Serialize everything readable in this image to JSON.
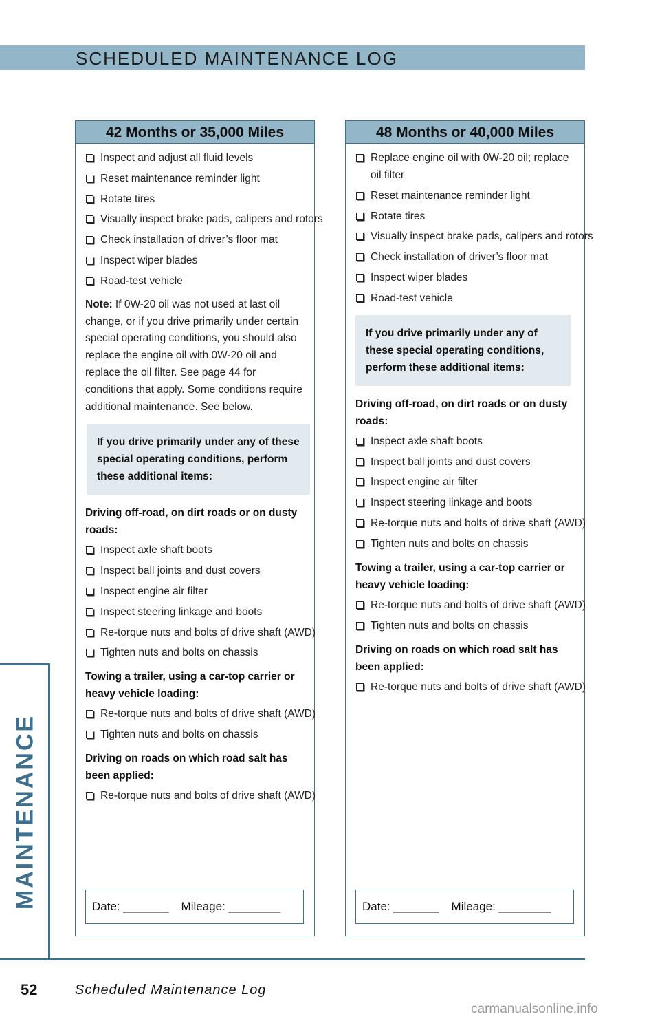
{
  "header": {
    "title": "SCHEDULED MAINTENANCE LOG"
  },
  "left": {
    "heading": "42 Months or 35,000 Miles",
    "items": [
      "Inspect and adjust all fluid levels",
      "Reset maintenance reminder light",
      "Rotate tires",
      "Visually inspect brake pads, calipers and rotors",
      "Check installation of driver’s floor mat",
      "Inspect wiper blades",
      "Road-test vehicle"
    ],
    "note_label": "Note:",
    "note_text": " If 0W-20 oil was not used at last oil change, or if you drive primarily under certain special operating conditions, you should also replace the engine oil with 0W-20 oil and replace the oil filter. See page 44 for conditions that apply. Some conditions require additional maintenance. See below.",
    "callout": "If you drive primarily under any of these special operating conditions, perform these additional items:",
    "sections": [
      {
        "title": "Driving off-road, on dirt roads or on dusty roads:",
        "items": [
          "Inspect axle shaft boots",
          "Inspect ball joints and dust covers",
          "Inspect engine air filter",
          "Inspect steering linkage and boots",
          "Re-torque nuts and bolts of drive shaft (AWD)",
          "Tighten nuts and bolts on chassis"
        ]
      },
      {
        "title": "Towing a trailer, using a car-top carrier or heavy vehicle loading:",
        "items": [
          "Re-torque nuts and bolts of drive shaft (AWD)",
          "Tighten nuts and bolts on chassis"
        ]
      },
      {
        "title": "Driving on roads on which road salt has been applied:",
        "items": [
          "Re-torque nuts and bolts of drive shaft (AWD)"
        ]
      }
    ],
    "date_label": "Date: _______",
    "mileage_label": "Mileage: ________"
  },
  "right": {
    "heading": "48 Months or 40,000 Miles",
    "items": [
      "Replace engine oil with 0W-20 oil; replace oil filter",
      "Reset maintenance reminder light",
      "Rotate tires",
      "Visually inspect brake pads, calipers and rotors",
      "Check installation of driver’s floor mat",
      "Inspect wiper blades",
      "Road-test vehicle"
    ],
    "callout": "If you drive primarily under any of these special operating conditions, perform these additional items:",
    "sections": [
      {
        "title": "Driving off-road, on dirt roads or on dusty roads:",
        "items": [
          "Inspect axle shaft boots",
          "Inspect ball joints and dust covers",
          "Inspect engine air filter",
          "Inspect steering linkage and boots",
          "Re-torque nuts and bolts of drive shaft (AWD)",
          "Tighten nuts and bolts on chassis"
        ]
      },
      {
        "title": "Towing a trailer, using a car-top carrier or heavy vehicle loading:",
        "items": [
          "Re-torque nuts and bolts of drive shaft (AWD)",
          "Tighten nuts and bolts on chassis"
        ]
      },
      {
        "title": "Driving on roads on which road salt has been applied:",
        "items": [
          "Re-torque nuts and bolts of drive shaft (AWD)"
        ]
      }
    ],
    "date_label": "Date: _______",
    "mileage_label": "Mileage: ________"
  },
  "side_tab": {
    "label": "MAINTENANCE"
  },
  "footer": {
    "page_number": "52",
    "title": "Scheduled Maintenance Log",
    "watermark": "carmanualsonline.info"
  },
  "colors": {
    "band": "#93b6c9",
    "border": "#3d6f8e",
    "callout_bg": "#e3eaef"
  }
}
